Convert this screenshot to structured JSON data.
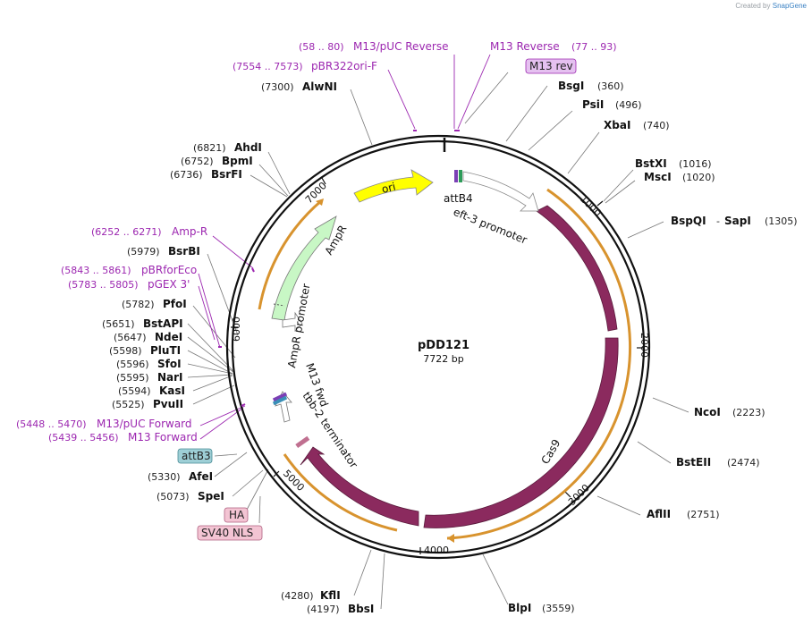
{
  "credit": {
    "prefix": "Created by",
    "brand": "SnapGene"
  },
  "plasmid": {
    "name": "pDD121",
    "size_label": "7722 bp",
    "length": 7722
  },
  "colors": {
    "backbone": "#222222",
    "cas9": "#8b2a5e",
    "ori": "#ffff00",
    "ampr": "#c8f7c5",
    "orf": "#f4a742",
    "primer": "#9c27b0",
    "feature_box_purple": "#e5c1f0",
    "feature_box_teal": "#9ecfd6",
    "feature_box_pink": "#f3c4d3"
  },
  "ticks": [
    "1000",
    "2000",
    "3000",
    "4000",
    "5000",
    "6000",
    "7000"
  ],
  "enzymes": [
    {
      "name": "BsgI",
      "pos": "(360)"
    },
    {
      "name": "PsiI",
      "pos": "(496)"
    },
    {
      "name": "XbaI",
      "pos": "(740)"
    },
    {
      "name": "BstXI",
      "pos": "(1016)"
    },
    {
      "name": "MscI",
      "pos": "(1020)"
    },
    {
      "name": "BspQI",
      "sep": "-",
      "name2": "SapI",
      "pos": "(1305)"
    },
    {
      "name": "NcoI",
      "pos": "(2223)"
    },
    {
      "name": "BstEII",
      "pos": "(2474)"
    },
    {
      "name": "AflII",
      "pos": "(2751)"
    },
    {
      "name": "BlpI",
      "pos": "(3559)"
    },
    {
      "name": "KflI",
      "pos": "(4280)"
    },
    {
      "name": "BbsI",
      "pos": "(4197)"
    },
    {
      "name": "SpeI",
      "pos": "(5073)"
    },
    {
      "name": "AfeI",
      "pos": "(5330)"
    },
    {
      "name": "PvuII",
      "pos": "(5525)"
    },
    {
      "name": "KasI",
      "pos": "(5594)"
    },
    {
      "name": "NarI",
      "pos": "(5595)"
    },
    {
      "name": "SfoI",
      "pos": "(5596)"
    },
    {
      "name": "PluTI",
      "pos": "(5598)"
    },
    {
      "name": "NdeI",
      "pos": "(5647)"
    },
    {
      "name": "BstAPI",
      "pos": "(5651)"
    },
    {
      "name": "PfoI",
      "pos": "(5782)"
    },
    {
      "name": "BsrBI",
      "pos": "(5979)"
    },
    {
      "name": "BsrFI",
      "pos": "(6736)"
    },
    {
      "name": "BpmI",
      "pos": "(6752)"
    },
    {
      "name": "AhdI",
      "pos": "(6821)"
    },
    {
      "name": "AlwNI",
      "pos": "(7300)"
    }
  ],
  "primers": [
    {
      "name": "M13/pUC Reverse",
      "pos": "(58 .. 80)"
    },
    {
      "name": "M13 Reverse",
      "pos": "(77 .. 93)"
    },
    {
      "name": "pBR322ori-F",
      "pos": "(7554 .. 7573)"
    },
    {
      "name": "Amp-R",
      "pos": "(6252 .. 6271)"
    },
    {
      "name": "pBRforEco",
      "pos": "(5843 .. 5861)"
    },
    {
      "name": "pGEX 3'",
      "pos": "(5783 .. 5805)"
    },
    {
      "name": "M13/pUC Forward",
      "pos": "(5448 .. 5470)"
    },
    {
      "name": "M13 Forward",
      "pos": "(5439 .. 5456)"
    }
  ],
  "features": {
    "ori": "ori",
    "attB4": "attB4",
    "eft3": "eft-3 promoter",
    "cas9": "Cas9",
    "ampr": "AmpR",
    "ampr_promoter": "AmpR promoter",
    "m13fwd": "M13 fwd",
    "tbb2": "tbb-2 terminator"
  },
  "boxes": {
    "m13rev": "M13 rev",
    "attB3": "attB3",
    "ha": "HA",
    "sv40": "SV40 NLS"
  }
}
